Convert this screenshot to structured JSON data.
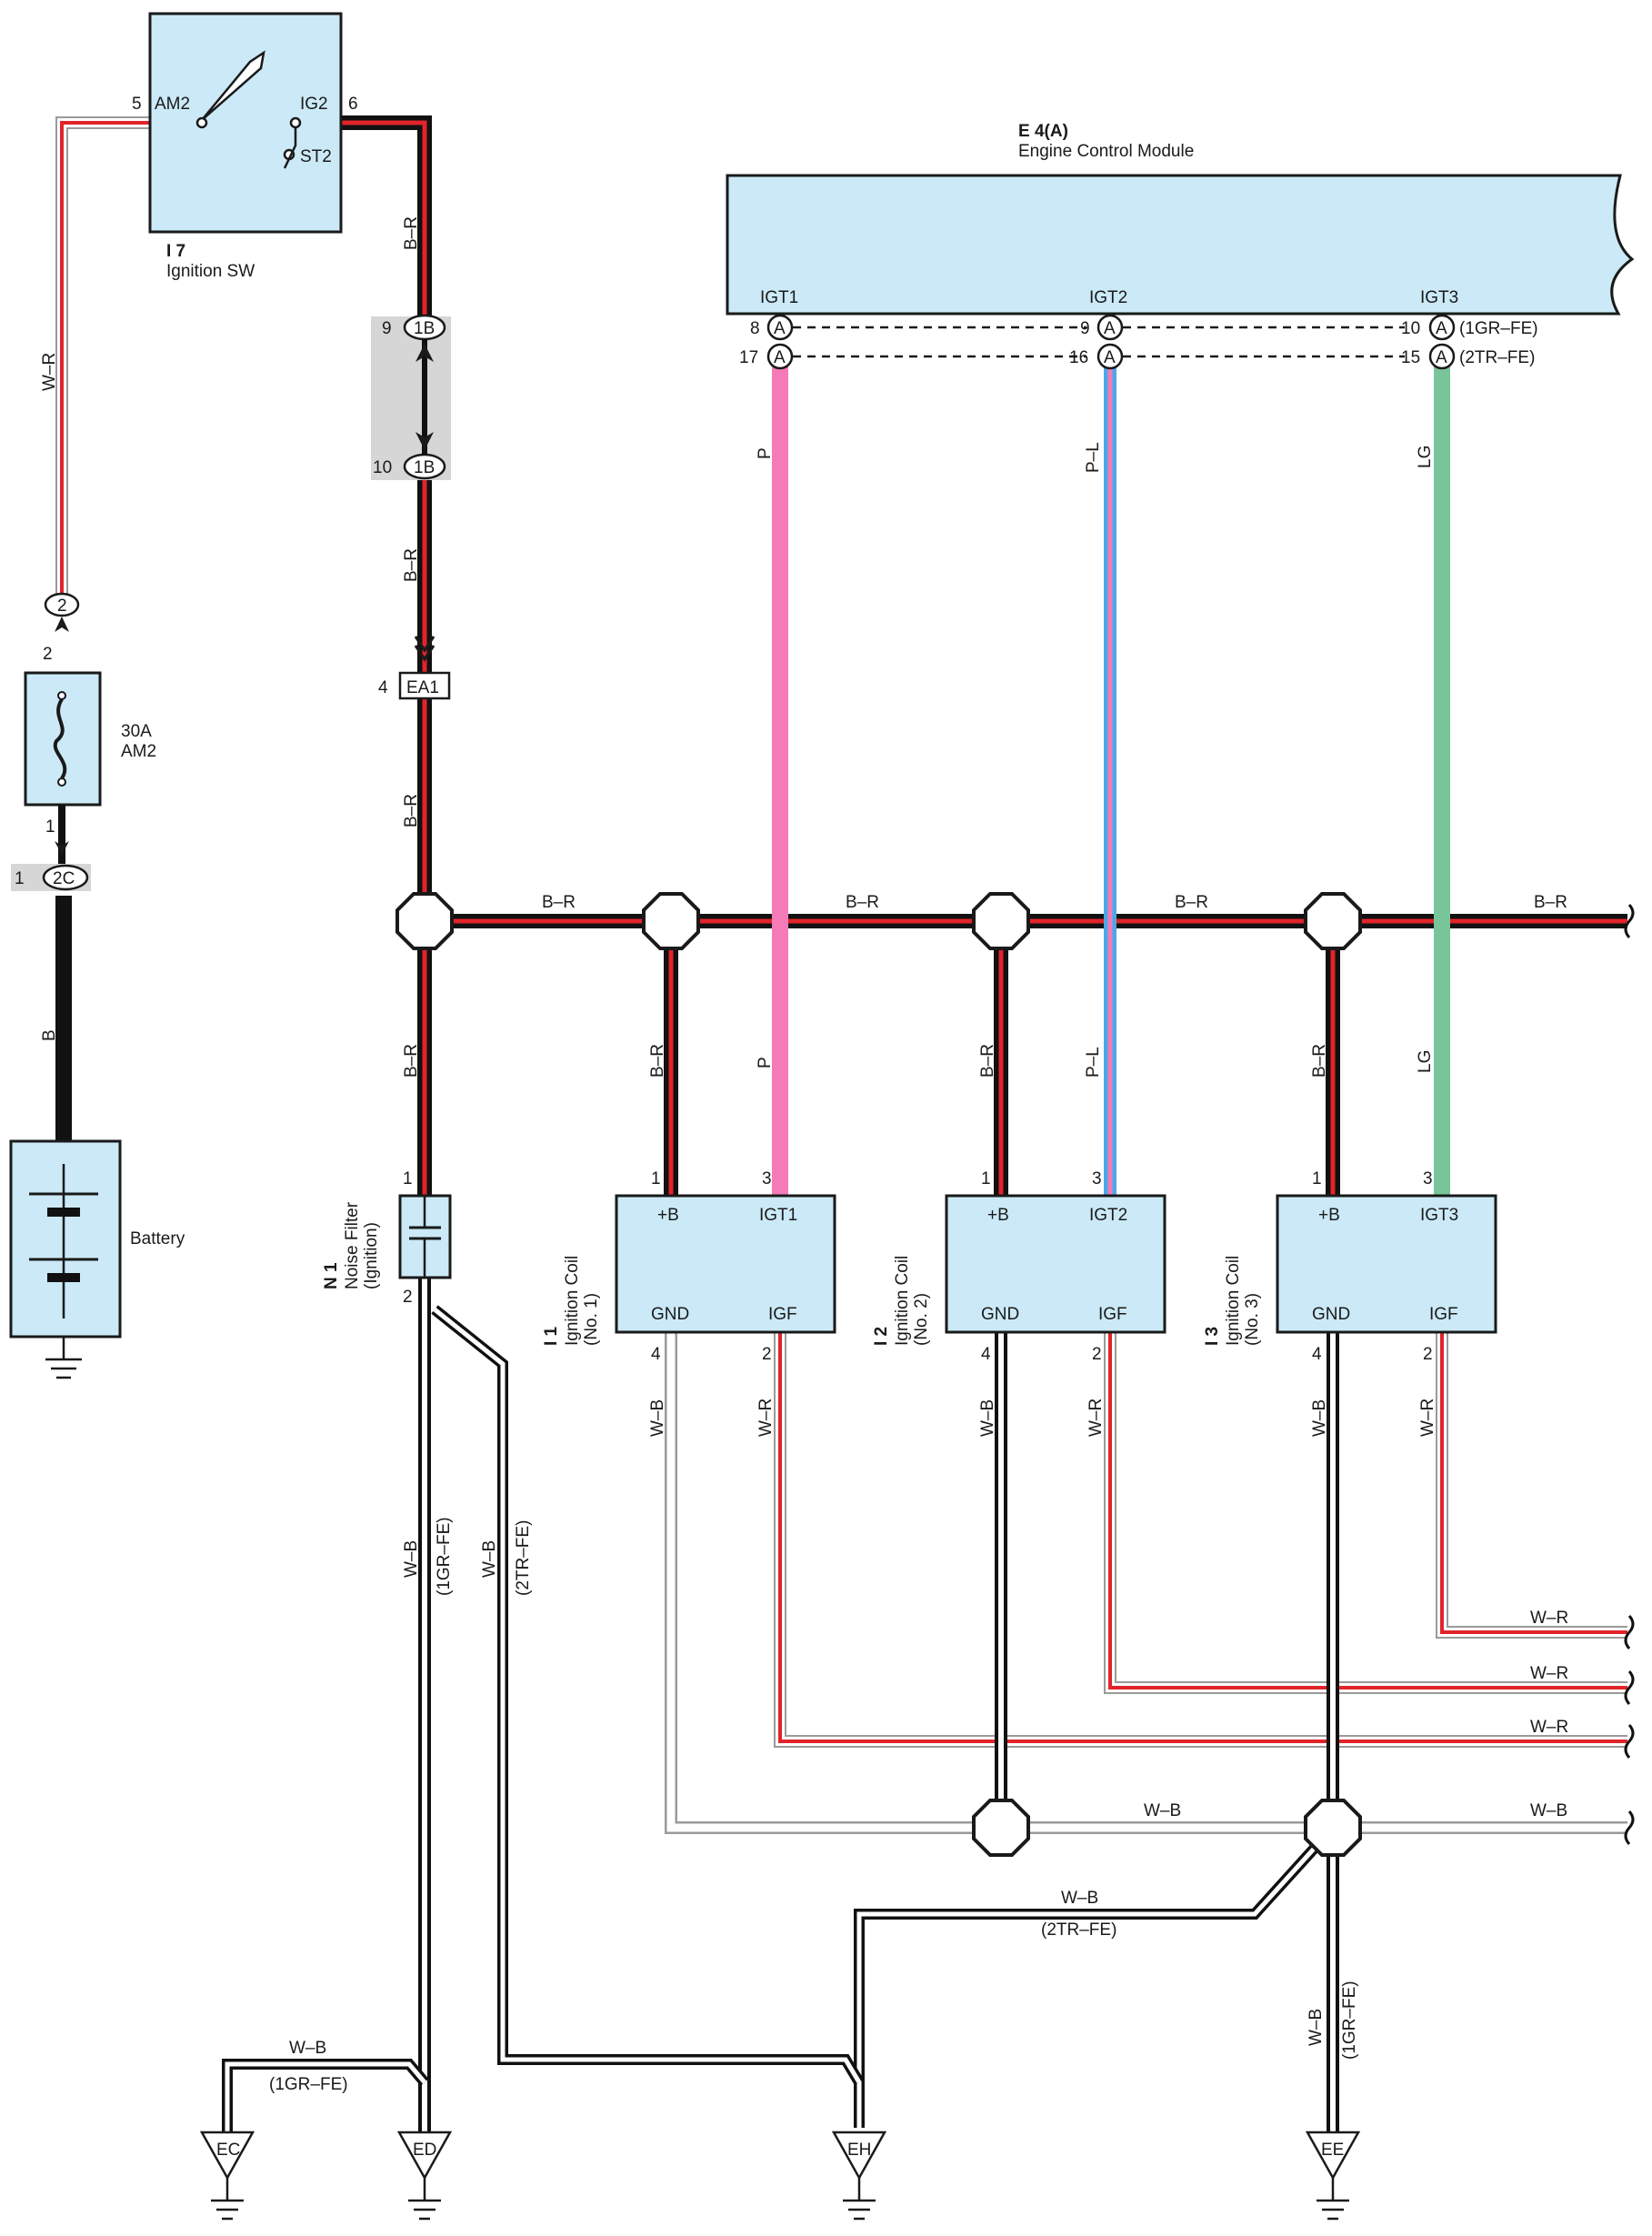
{
  "colors": {
    "component_fill": "#cbe9f7",
    "wire_black": "#111111",
    "wire_red": "#e0242a",
    "wire_white": "#ffffff",
    "wire_gray": "#9a9a9a",
    "wire_pink": "#f47bb7",
    "wire_blue": "#4aa8e8",
    "wire_green": "#79c59a",
    "connector_shade": "#d6d6d6"
  },
  "ignition_switch": {
    "ref": "I 7",
    "name": "Ignition SW",
    "pins": [
      {
        "num": "5",
        "label": "AM2"
      },
      {
        "num": "6",
        "label": "IG2"
      },
      {
        "num": "",
        "label": "ST2"
      }
    ]
  },
  "ecm": {
    "ref": "E 4(A)",
    "name": "Engine Control Module",
    "terminals": [
      {
        "label": "IGT1",
        "pin_1gr": "8",
        "pin_2tr": "17"
      },
      {
        "label": "IGT2",
        "pin_1gr": "9",
        "pin_2tr": "16"
      },
      {
        "label": "IGT3",
        "pin_1gr": "10",
        "pin_2tr": "15"
      }
    ],
    "connector_letter": "A",
    "variant_1gr": "(1GR–FE)",
    "variant_2tr": "(2TR–FE)"
  },
  "fuse": {
    "rating": "30A",
    "name": "AM2",
    "pin_top": "2",
    "pin_bottom": "1",
    "conn_top": "2",
    "conn_bottom": "2C",
    "conn_bottom_pin": "1"
  },
  "battery": {
    "name": "Battery"
  },
  "junction_1b": {
    "label": "1B",
    "pin_top": "9",
    "pin_bottom": "10"
  },
  "ea1": {
    "label": "EA1",
    "pin": "4"
  },
  "noise_filter": {
    "ref": "N 1",
    "name": "Noise Filter",
    "sub": "(Ignition)",
    "pin_top": "1",
    "pin_bottom": "2"
  },
  "coils": [
    {
      "ref": "I 1",
      "name": "Ignition Coil",
      "sub": "(No. 1)",
      "t_b": "+B",
      "t_igt": "IGT1",
      "t_gnd": "GND",
      "t_igf": "IGF",
      "p1": "1",
      "p3": "3",
      "p4": "4",
      "p2": "2"
    },
    {
      "ref": "I 2",
      "name": "Ignition Coil",
      "sub": "(No. 2)",
      "t_b": "+B",
      "t_igt": "IGT2",
      "t_gnd": "GND",
      "t_igf": "IGF",
      "p1": "1",
      "p3": "3",
      "p4": "4",
      "p2": "2"
    },
    {
      "ref": "I 3",
      "name": "Ignition Coil",
      "sub": "(No. 3)",
      "t_b": "+B",
      "t_igt": "IGT3",
      "t_gnd": "GND",
      "t_igf": "IGF",
      "p1": "1",
      "p3": "3",
      "p4": "4",
      "p2": "2"
    }
  ],
  "wire_labels": {
    "wr": "W–R",
    "br": "B–R",
    "b": "B",
    "p": "P",
    "pl": "P–L",
    "lg": "LG",
    "wb": "W–B",
    "gr1": "(1GR–FE)",
    "tr2": "(2TR–FE)"
  },
  "grounds": [
    {
      "label": "EC"
    },
    {
      "label": "ED"
    },
    {
      "label": "EH"
    },
    {
      "label": "EE"
    }
  ]
}
